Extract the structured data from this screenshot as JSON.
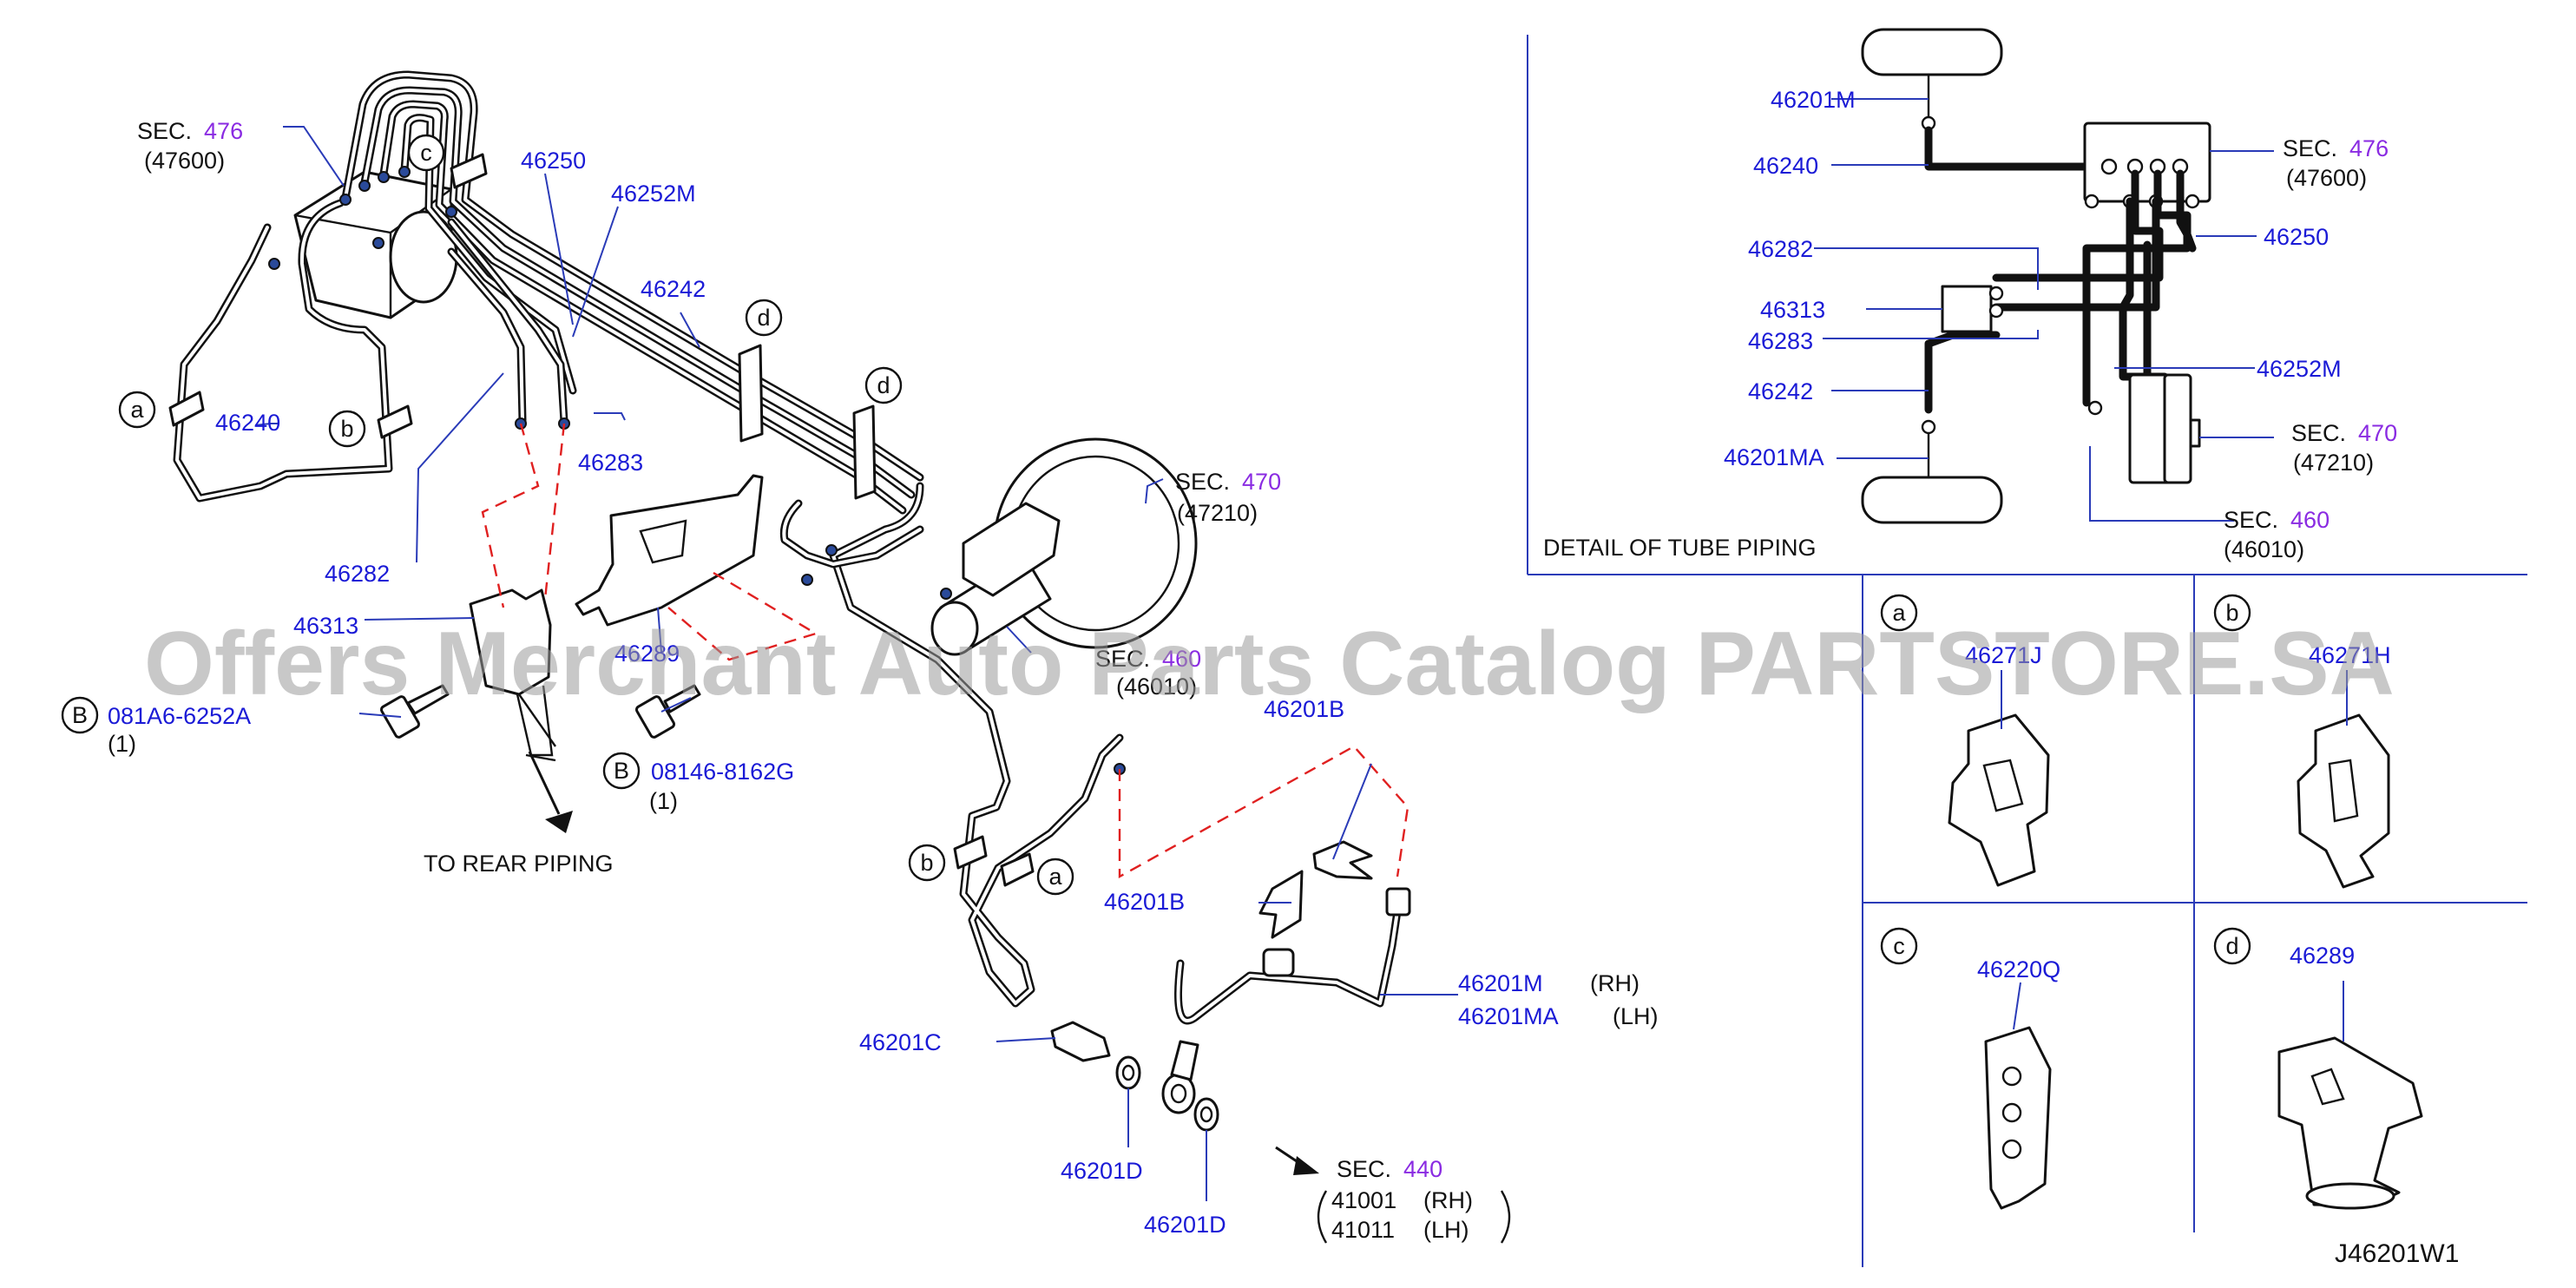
{
  "labels": {
    "sec476_a": "SEC.",
    "sec476_a_num": "476",
    "sec476_a_sub": "(47600)",
    "p46250_a": "46250",
    "p46252M_a": "46252M",
    "p46242_a": "46242",
    "p46240_a": "46240",
    "p46283_a": "46283",
    "p46282_a": "46282",
    "p46313_a": "46313",
    "p46289_a": "46289",
    "bolt_b1": "081A6-6252A",
    "bolt_b1_qty": "(1)",
    "bolt_b2": "08146-8162G",
    "bolt_b2_qty": "(1)",
    "to_rear": "TO   REAR   PIPING",
    "sec470_a": "SEC.",
    "sec470_a_num": "470",
    "sec470_a_sub": "(47210)",
    "sec460_a": "SEC.",
    "sec460_a_num": "460",
    "sec460_a_sub": "(46010)",
    "p46201B_a": "46201B",
    "p46201B_b": "46201B",
    "p46201M": "46201M",
    "p46201M_rh": "(RH)",
    "p46201MA": "46201MA",
    "p46201MA_lh": "(LH)",
    "p46201C": "46201C",
    "p46201D_a": "46201D",
    "p46201D_b": "46201D",
    "sec440": "SEC.",
    "sec440_num": "440",
    "p41001": "41001",
    "p41001_rh": "(RH)",
    "p41011": "41011",
    "p41011_lh": "(LH)",
    "d_46201M": "46201M",
    "d_46240": "46240",
    "d_46282": "46282",
    "d_46313": "46313",
    "d_46283": "46283",
    "d_46242": "46242",
    "d_46201MA": "46201MA",
    "d_sec476": "SEC.",
    "d_sec476_num": "476",
    "d_sec476_sub": "(47600)",
    "d_46250": "46250",
    "d_46252M": "46252M",
    "d_sec470": "SEC.",
    "d_sec470_num": "470",
    "d_sec470_sub": "(47210)",
    "d_sec460": "SEC.",
    "d_sec460_num": "460",
    "d_sec460_sub": "(46010)",
    "detail_title": "DETAIL   OF   TUBE   PIPING",
    "box_a_part": "46271J",
    "box_b_part": "46271H",
    "box_c_part": "46220Q",
    "box_d_part": "46289",
    "drawing_id": "J46201W1",
    "watermark": "Offers Merchant Auto Parts Catalog PARTSTORE.SA"
  },
  "markers": {
    "a": "a",
    "b": "b",
    "c": "c",
    "d": "d",
    "B": "B"
  },
  "colors": {
    "part_number": "#1a1ad6",
    "section_number": "#8a2be2",
    "leader": "#2a3bb8",
    "dashed_link": "#e02020"
  }
}
